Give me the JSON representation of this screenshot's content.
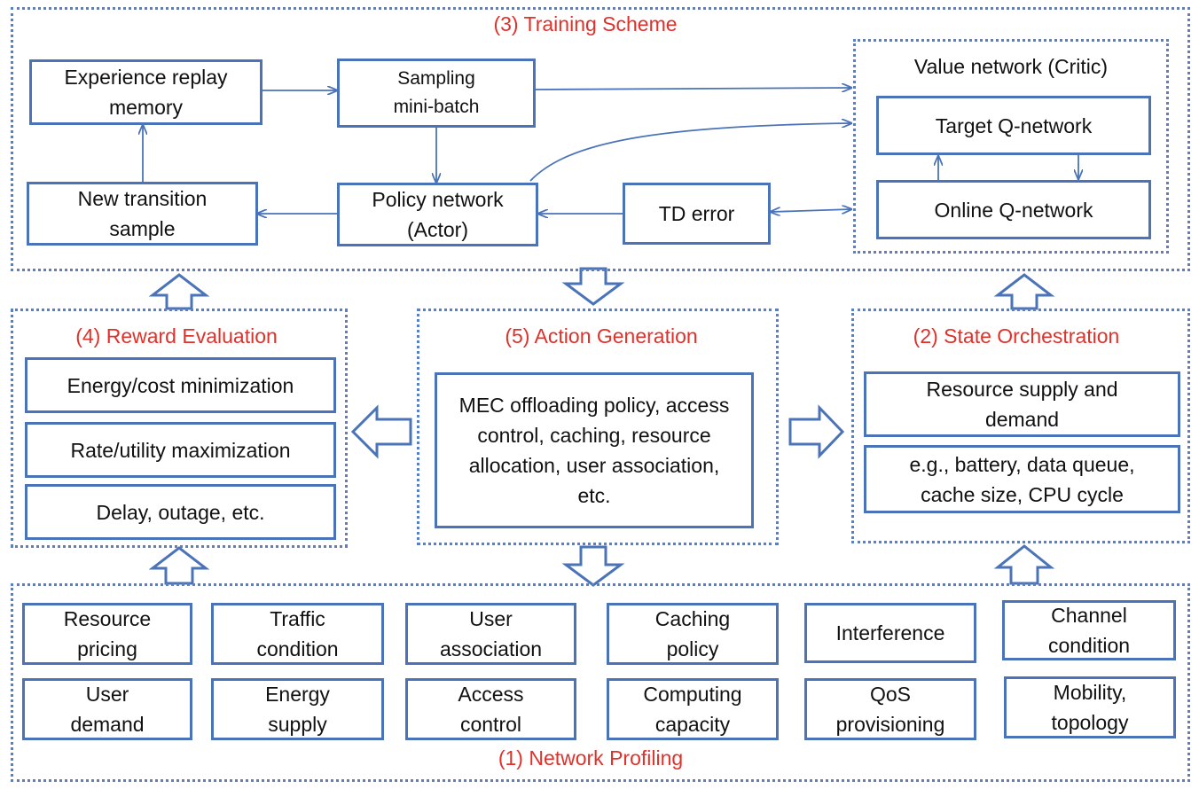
{
  "training_scheme": {
    "title": "(3) Training Scheme",
    "experience_replay": "Experience replay memory",
    "sampling": "Sampling mini-batch",
    "new_transition": "New transition sample",
    "policy_network": "Policy network (Actor)",
    "td_error": "TD error",
    "value_network": {
      "title": "Value network (Critic)",
      "target": "Target Q-network",
      "online": "Online Q-network"
    }
  },
  "reward_evaluation": {
    "title": "(4) Reward Evaluation",
    "items": [
      "Energy/cost minimization",
      "Rate/utility maximization",
      "Delay, outage, etc."
    ]
  },
  "action_generation": {
    "title": "(5) Action Generation",
    "text": "MEC offloading policy, access control, caching, resource allocation, user association, etc."
  },
  "state_orchestration": {
    "title": "(2) State Orchestration",
    "items": [
      "Resource supply and demand",
      "e.g., battery, data queue, cache size, CPU cycle"
    ]
  },
  "network_profiling": {
    "title": "(1) Network Profiling",
    "items": [
      "Resource pricing",
      "Traffic condition",
      "User association",
      "Caching policy",
      "Interference",
      "Channel condition",
      "User demand",
      "Energy supply",
      "Access control",
      "Computing capacity",
      "QoS provisioning",
      "Mobility, topology"
    ]
  },
  "colors": {
    "box_border": "#4a73b8",
    "dotted_border": "#5b7fbf",
    "title_red": "#e0312a",
    "arrow": "#4a73b8"
  }
}
